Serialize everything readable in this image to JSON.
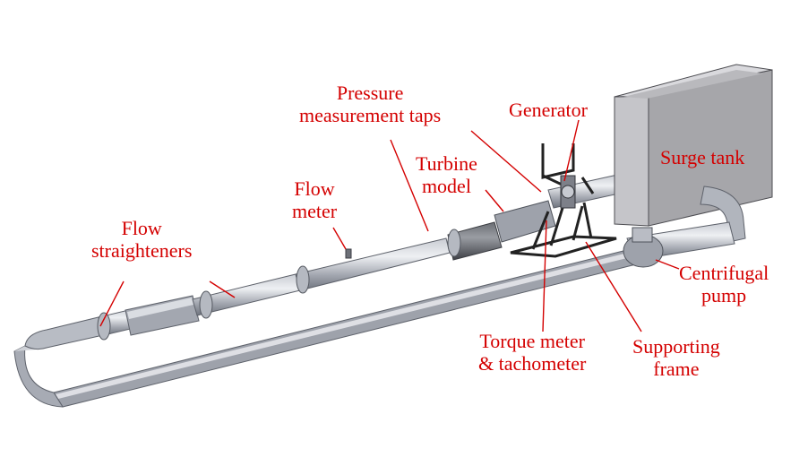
{
  "colors": {
    "label": "#d40000",
    "pipe_dark": "#6f7480",
    "pipe_mid": "#a9adb6",
    "pipe_light": "#e3e5ea",
    "tank_front": "#a7a7ab",
    "tank_side": "#c4c4c8",
    "tank_top": "#d8d8dc",
    "frame": "#2a2a2a"
  },
  "labels": {
    "pressure_taps": [
      "Pressure",
      "measurement taps"
    ],
    "generator": "Generator",
    "turbine_model": [
      "Turbine",
      "model"
    ],
    "flow_meter": [
      "Flow",
      "meter"
    ],
    "surge_tank": "Surge tank",
    "flow_straighteners": [
      "Flow",
      "straighteners"
    ],
    "centrifugal_pump": [
      "Centrifugal",
      "pump"
    ],
    "torque_meter": [
      "Torque meter",
      "& tachometer"
    ],
    "supporting_frame": [
      "Supporting",
      "frame"
    ]
  }
}
